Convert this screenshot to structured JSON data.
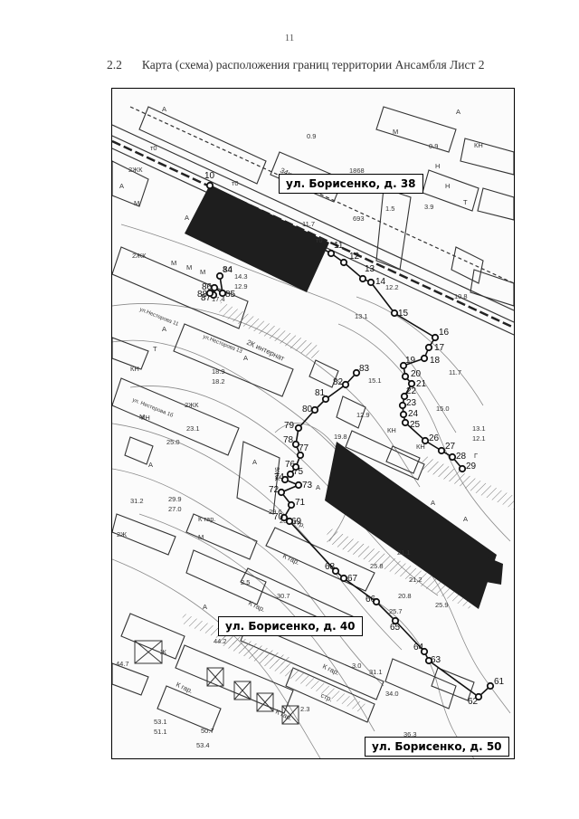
{
  "page_number": "11",
  "caption": {
    "number": "2.2",
    "text": "Карта (схема) расположения границ территории Ансамбля Лист 2"
  },
  "labels": {
    "building_38": "ул. Борисенко, д. 38",
    "building_40": "ул. Борисенко, д. 40",
    "building_50": "ул. Борисенко, д. 50"
  },
  "map_text": {
    "street_34": "34км",
    "internat": "2К интернат",
    "nesterova_11": "ул.Нестерова 11",
    "nesterova_13": "ул.Нестерова 13",
    "nesterova_1b": "ул. Нестерова 1б",
    "elev_1868": "1868",
    "elev_0_9": "0.9",
    "elev_0_9b": "0.9",
    "elev_1_5": "1.5",
    "elev_3_9": "3.9",
    "elev_11_7": "11.7",
    "elev_11_7b": "11.7",
    "elev_693": "693",
    "elev_10_8": "10.8",
    "elev_12_2": "12.2",
    "elev_13_1": "13.1",
    "elev_14_3": "14.3",
    "elev_12_9": "12.9",
    "elev_3_0": "3.0",
    "elev_17_4": "17.4",
    "elev_18_9": "18.9",
    "elev_18_2": "18.2",
    "elev_15_1": "15.1",
    "elev_12_9b": "12.9",
    "elev_15_0": "15.0",
    "elev_13_1b": "13.1",
    "elev_12_1": "12.1",
    "elev_19_8": "19.8",
    "elev_25_0": "25.0",
    "elev_23_1": "23.1",
    "elev_31_2": "31.2",
    "elev_29_9": "29.9",
    "elev_27_0": "27.0",
    "elev_29_6": "29.6",
    "elev_25_9": "25.9",
    "elev_25_8": "25.8",
    "elev_21_1": "21.1",
    "elev_21_2": "21.2",
    "elev_20_8": "20.8",
    "elev_25_7": "25.7",
    "elev_25_9b": "25.9",
    "elev_2_5": "2.5",
    "elev_44_2": "44.2",
    "elev_44_7": "44.7",
    "elev_30_7": "30.7",
    "elev_31_1": "31.1",
    "elev_34_0": "34.0",
    "elev_3_0b": "3.0",
    "elev_2_3": "2.3",
    "elev_53_1": "53.1",
    "elev_51_1": "51.1",
    "elev_53_4": "53.4",
    "elev_50_7": "50.7",
    "elev_36_3": "36.3",
    "t_A1": "А",
    "t_A2": "А",
    "t_A3": "А",
    "t_A4": "А",
    "t_A5": "А",
    "t_A6": "А",
    "t_A7": "А",
    "t_A8": "А",
    "t_A9": "А",
    "t_A10": "А",
    "t_A11": "А",
    "t_A12": "А",
    "t_A13": "А",
    "t_M1": "М",
    "t_M2": "М",
    "t_M3": "М",
    "t_M4": "М",
    "t_M5": "М",
    "t_M6": "М",
    "t_M7": "М",
    "t_2ZhK1": "2ЖК",
    "t_2ZhK2": "2ЖК",
    "t_2ZhK3": "2ЖК",
    "t_2ZhK4": "2Ж",
    "t_9ZhK": "9ЖК",
    "t_KN1": "КН",
    "t_KN2": "КН",
    "t_KN3": "КН",
    "t_KN4": "КН",
    "t_KN5": "КН",
    "t_T1": "Т",
    "t_T2": "Т",
    "t_G1": "Г",
    "t_N1": "Н",
    "t_N2": "Н",
    "t_Zh1": "Ж",
    "t_kgar1": "К гар.",
    "t_kgar2": "К гар.",
    "t_kgar3": "К гар.",
    "t_kgar4": "К гар.",
    "t_kgar5": "К гар.",
    "t_kgar6": "К гар.",
    "t_str1": "стр.",
    "t_str2": "стр.",
    "t_to1": "т0",
    "t_to2": "т0",
    "t_to3": "т0"
  },
  "points": [
    {
      "n": "10"
    },
    {
      "n": "11"
    },
    {
      "n": "12"
    },
    {
      "n": "13"
    },
    {
      "n": "14"
    },
    {
      "n": "15"
    },
    {
      "n": "16"
    },
    {
      "n": "17"
    },
    {
      "n": "18"
    },
    {
      "n": "19"
    },
    {
      "n": "20"
    },
    {
      "n": "21"
    },
    {
      "n": "22"
    },
    {
      "n": "23"
    },
    {
      "n": "24"
    },
    {
      "n": "25"
    },
    {
      "n": "26"
    },
    {
      "n": "27"
    },
    {
      "n": "28"
    },
    {
      "n": "29"
    },
    {
      "n": "61"
    },
    {
      "n": "62"
    },
    {
      "n": "63"
    },
    {
      "n": "64"
    },
    {
      "n": "65"
    },
    {
      "n": "66"
    },
    {
      "n": "67"
    },
    {
      "n": "68"
    },
    {
      "n": "69"
    },
    {
      "n": "70"
    },
    {
      "n": "71"
    },
    {
      "n": "72"
    },
    {
      "n": "73"
    },
    {
      "n": "74"
    },
    {
      "n": "75"
    },
    {
      "n": "76"
    },
    {
      "n": "77"
    },
    {
      "n": "78"
    },
    {
      "n": "79"
    },
    {
      "n": "80"
    },
    {
      "n": "81"
    },
    {
      "n": "82"
    },
    {
      "n": "83"
    },
    {
      "n": "84"
    },
    {
      "n": "85"
    },
    {
      "n": "86"
    },
    {
      "n": "87"
    },
    {
      "n": "88"
    }
  ],
  "colors": {
    "building_fill": "#1e1e1e",
    "line": "#333333",
    "contour": "#8a8a8a",
    "point": "#111111"
  }
}
